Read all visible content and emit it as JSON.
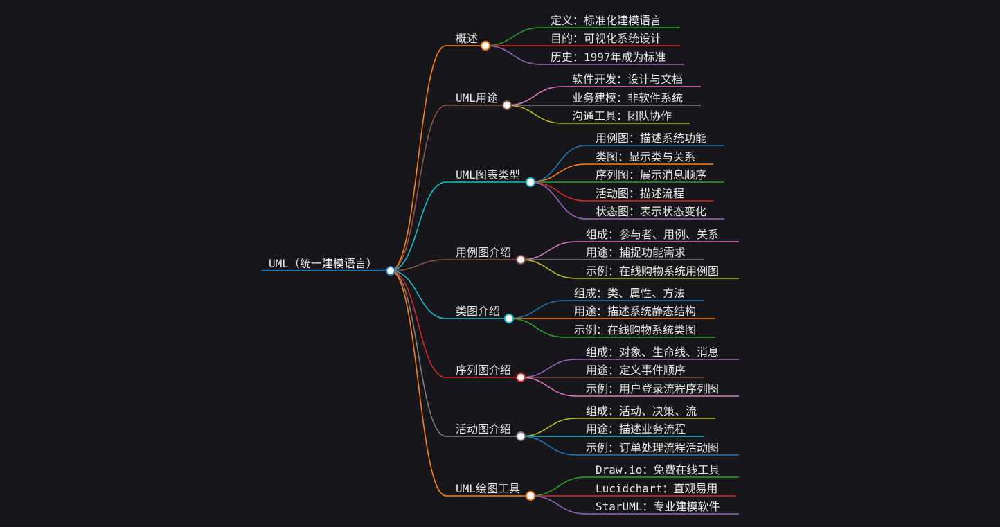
{
  "root": {
    "label": "UML（统一建模语言）",
    "color": "#1f77b4"
  },
  "branches": [
    {
      "label": "概述",
      "color": "#ff7f0e",
      "children": [
        {
          "label": "定义：标准化建模语言",
          "color": "#2ca02c"
        },
        {
          "label": "目的：可视化系统设计",
          "color": "#d62728"
        },
        {
          "label": "历史：1997年成为标准",
          "color": "#9467bd"
        }
      ]
    },
    {
      "label": "UML用途",
      "color": "#8c564b",
      "children": [
        {
          "label": "软件开发：设计与文档",
          "color": "#e377c2"
        },
        {
          "label": "业务建模：非软件系统",
          "color": "#7f7f7f"
        },
        {
          "label": "沟通工具：团队协作",
          "color": "#bcbd22"
        }
      ]
    },
    {
      "label": "UML图表类型",
      "color": "#17becf",
      "children": [
        {
          "label": "用例图：描述系统功能",
          "color": "#1f77b4"
        },
        {
          "label": "类图：显示类与关系",
          "color": "#ff7f0e"
        },
        {
          "label": "序列图：展示消息顺序",
          "color": "#2ca02c"
        },
        {
          "label": "活动图：描述流程",
          "color": "#d62728"
        },
        {
          "label": "状态图：表示状态变化",
          "color": "#9467bd"
        }
      ]
    },
    {
      "label": "用例图介绍",
      "color": "#8c564b",
      "children": [
        {
          "label": "组成：参与者、用例、关系",
          "color": "#e377c2"
        },
        {
          "label": "用途：捕捉功能需求",
          "color": "#7f7f7f"
        },
        {
          "label": "示例：在线购物系统用例图",
          "color": "#bcbd22"
        }
      ]
    },
    {
      "label": "类图介绍",
      "color": "#17becf",
      "children": [
        {
          "label": "组成：类、属性、方法",
          "color": "#1f77b4"
        },
        {
          "label": "用途：描述系统静态结构",
          "color": "#ff7f0e"
        },
        {
          "label": "示例：在线购物系统类图",
          "color": "#2ca02c"
        }
      ]
    },
    {
      "label": "序列图介绍",
      "color": "#d62728",
      "children": [
        {
          "label": "组成：对象、生命线、消息",
          "color": "#9467bd"
        },
        {
          "label": "用途：定义事件顺序",
          "color": "#8c564b"
        },
        {
          "label": "示例：用户登录流程序列图",
          "color": "#e377c2"
        }
      ]
    },
    {
      "label": "活动图介绍",
      "color": "#7f7f7f",
      "children": [
        {
          "label": "组成：活动、决策、流",
          "color": "#bcbd22"
        },
        {
          "label": "用途：描述业务流程",
          "color": "#17becf"
        },
        {
          "label": "示例：订单处理流程活动图",
          "color": "#1f77b4"
        }
      ]
    },
    {
      "label": "UML绘图工具",
      "color": "#ff7f0e",
      "children": [
        {
          "label": "Draw.io：免费在线工具",
          "color": "#2ca02c"
        },
        {
          "label": "Lucidchart：直观易用",
          "color": "#d62728"
        },
        {
          "label": "StarUML：专业建模软件",
          "color": "#9467bd"
        }
      ]
    }
  ]
}
